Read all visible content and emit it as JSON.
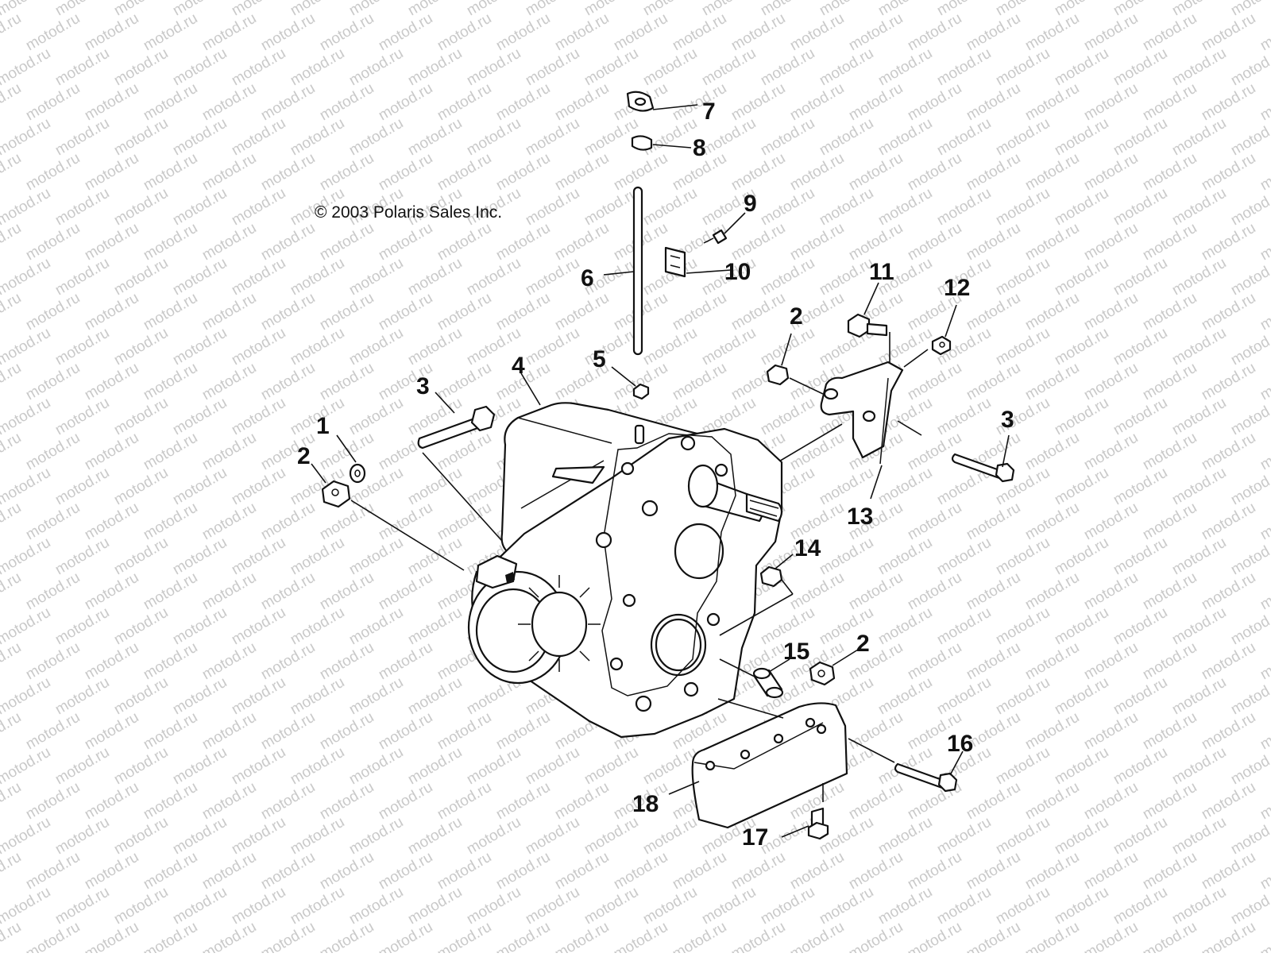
{
  "copyright": "© 2003 Polaris Sales Inc.",
  "watermark": "motod.ru",
  "callouts": [
    {
      "id": "c7",
      "label": "7"
    },
    {
      "id": "c8",
      "label": "8"
    },
    {
      "id": "c9",
      "label": "9"
    },
    {
      "id": "c10",
      "label": "10"
    },
    {
      "id": "c6",
      "label": "6"
    },
    {
      "id": "c11",
      "label": "11"
    },
    {
      "id": "c12",
      "label": "12"
    },
    {
      "id": "c2a",
      "label": "2"
    },
    {
      "id": "c5",
      "label": "5"
    },
    {
      "id": "c4",
      "label": "4"
    },
    {
      "id": "c3a",
      "label": "3"
    },
    {
      "id": "c1",
      "label": "1"
    },
    {
      "id": "c2b",
      "label": "2"
    },
    {
      "id": "c3b",
      "label": "3"
    },
    {
      "id": "c13",
      "label": "13"
    },
    {
      "id": "c14",
      "label": "14"
    },
    {
      "id": "c15",
      "label": "15"
    },
    {
      "id": "c2c",
      "label": "2"
    },
    {
      "id": "c16",
      "label": "16"
    },
    {
      "id": "c18",
      "label": "18"
    },
    {
      "id": "c17",
      "label": "17"
    }
  ]
}
